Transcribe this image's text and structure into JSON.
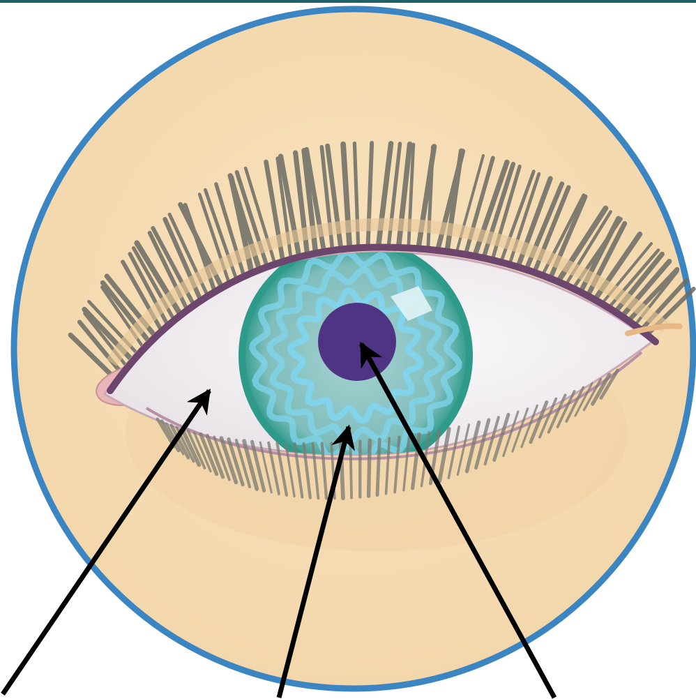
{
  "diagram": {
    "subject": "eye",
    "labels": [],
    "pointers": [
      "sclera-pointer",
      "iris-pointer",
      "pupil-pointer"
    ]
  },
  "colors": {
    "background": "#ffffff",
    "frame_ring": "#3b86c2",
    "skin": "#f5dcb2",
    "sclera": "#f7f4f6",
    "iris_outer": "#2e9a8a",
    "iris_inner": "#8ec6c4",
    "iris_pattern": "#7fd5ee",
    "pupil": "#4e3482",
    "eyelid_line": "#6d466e",
    "caruncle": "#e9b5b6",
    "lashes": "#707068",
    "arrow": "#000000",
    "top_bar": "#1f5f66"
  }
}
